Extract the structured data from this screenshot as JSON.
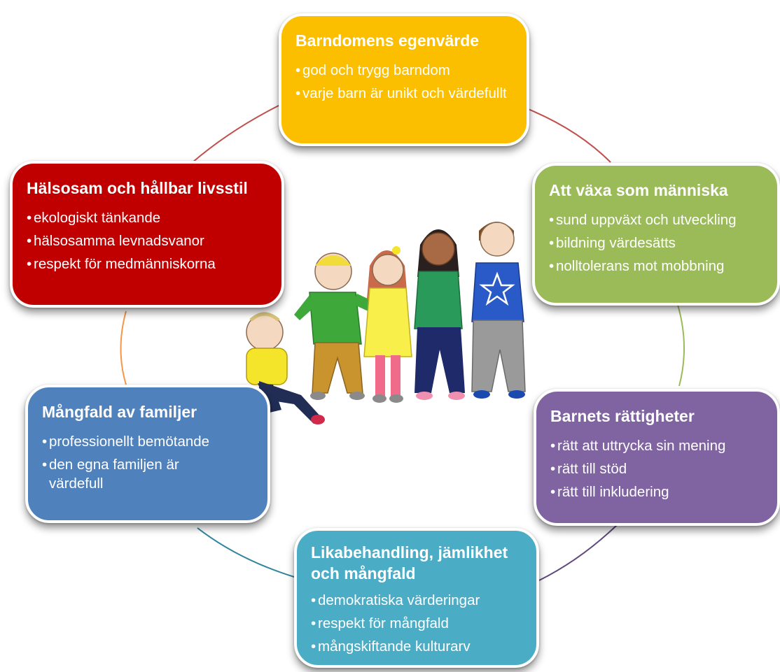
{
  "colors": {
    "barndom": "#fbbf00",
    "vaxa": "#9bbb59",
    "rattigheter": "#8064a2",
    "likabehandling": "#4bacc6",
    "familjer": "#4f81bd",
    "halsa": "#c00000"
  },
  "boxes": {
    "barndom": {
      "title": "Barndomens egenvärde",
      "items": [
        "god och trygg barndom",
        "varje barn är unikt och värdefullt"
      ]
    },
    "vaxa": {
      "title": "Att växa som människa",
      "items": [
        "sund uppväxt och utveckling",
        "bildning värdesätts",
        "nolltolerans mot mobbning"
      ]
    },
    "rattigheter": {
      "title": "Barnets rättigheter",
      "items": [
        "rätt att uttrycka sin mening",
        "rätt till stöd",
        "rätt till inkludering"
      ]
    },
    "likabehandling": {
      "title": "Likabehandling, jämlikhet och mångfald",
      "items": [
        "demokratiska värderingar",
        "respekt för mångfald",
        "mångskiftande kulturarv"
      ]
    },
    "familjer": {
      "title": "Mångfald av familjer",
      "items": [
        "professionellt bemötande",
        "den egna familjen är värdefull"
      ]
    },
    "halsa": {
      "title": "Hälsosam och hållbar livsstil",
      "items": [
        "ekologiskt tänkande",
        "hälsosamma levnadsvanor",
        "respekt för medmänniskorna"
      ]
    }
  },
  "illustration": "children-drawing"
}
